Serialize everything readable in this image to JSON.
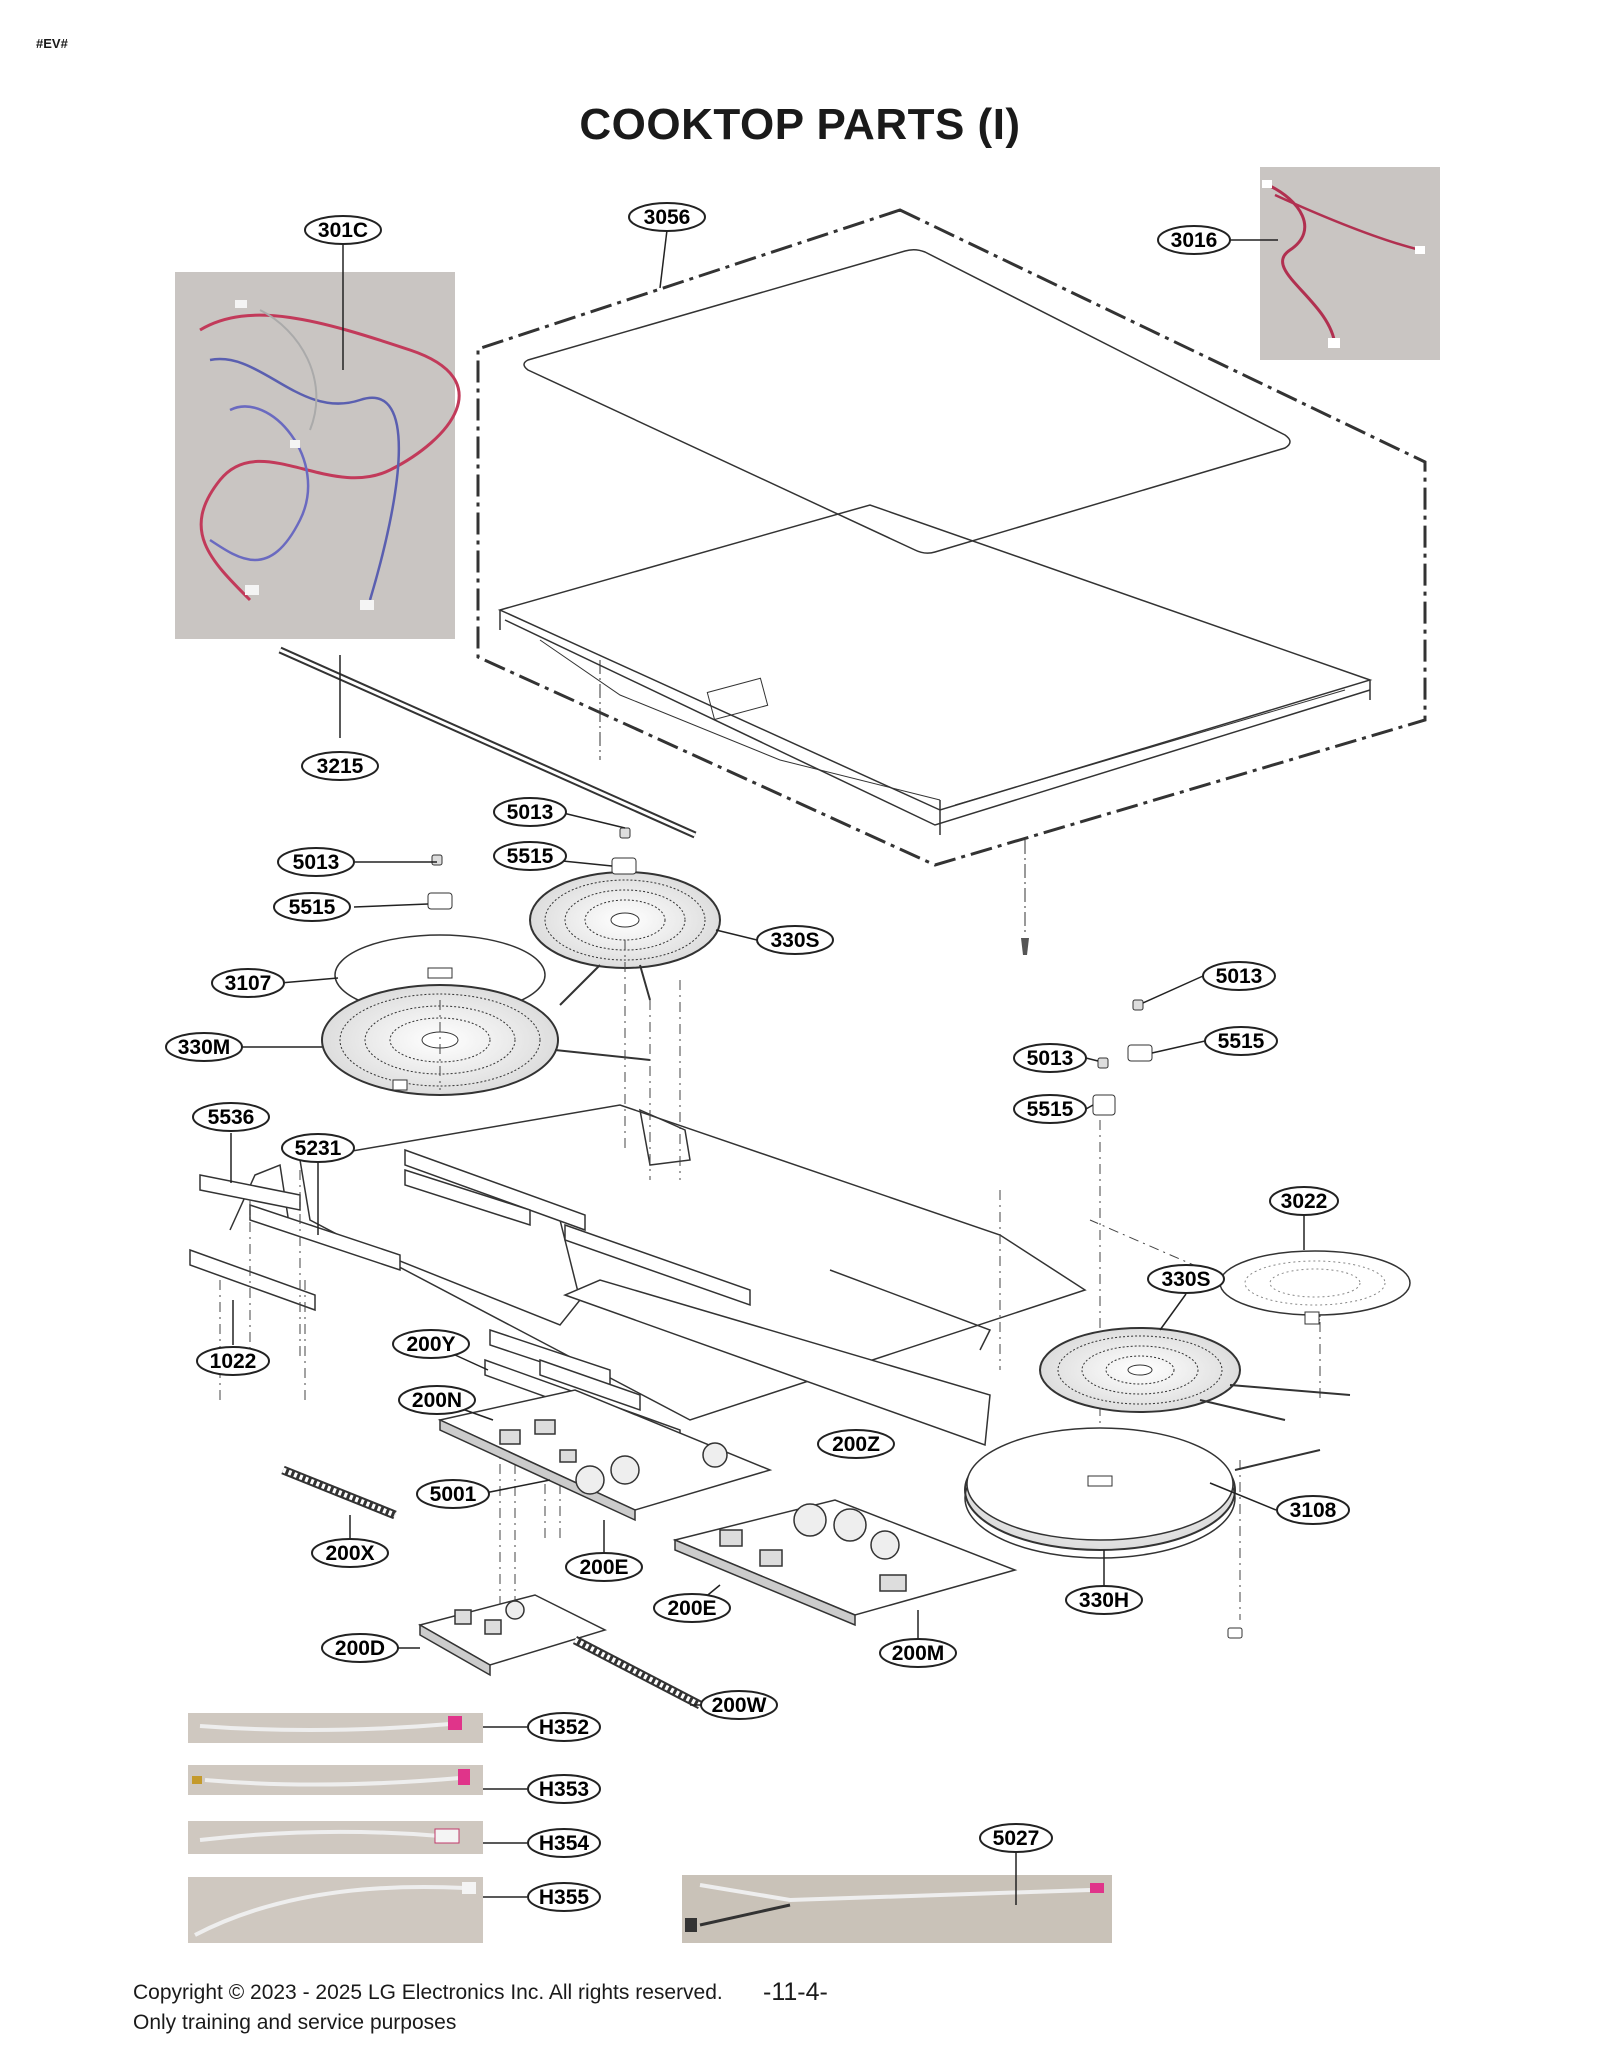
{
  "header": {
    "doc_tag": "#EV#",
    "title": "COOKTOP PARTS (I)"
  },
  "part_labels": {
    "p301C": "301C",
    "p3056": "3056",
    "p3016": "3016",
    "p3215": "3215",
    "p5013a": "5013",
    "p5013b": "5013",
    "p5515a": "5515",
    "p5515b": "5515",
    "p330Sa": "330S",
    "p3107": "3107",
    "p330M": "330M",
    "p5013c": "5013",
    "p5013d": "5013",
    "p5515c": "5515",
    "p5515d": "5515",
    "p5536": "5536",
    "p5231": "5231",
    "p3022": "3022",
    "p330Sb": "330S",
    "p1022": "1022",
    "p200Y": "200Y",
    "p200N": "200N",
    "p200Z": "200Z",
    "p5001": "5001",
    "p3108": "3108",
    "p200X": "200X",
    "p200Ea": "200E",
    "p200Eb": "200E",
    "p330H": "330H",
    "p200D": "200D",
    "p200M": "200M",
    "p200W": "200W",
    "pH352": "H352",
    "pH353": "H353",
    "pH354": "H354",
    "pH355": "H355",
    "p5027": "5027"
  },
  "footer": {
    "copyright": "Copyright © 2023 - 2025 LG Electronics Inc. All rights reserved.",
    "purpose": "Only training and service purposes",
    "page_number": "-11-4-"
  }
}
